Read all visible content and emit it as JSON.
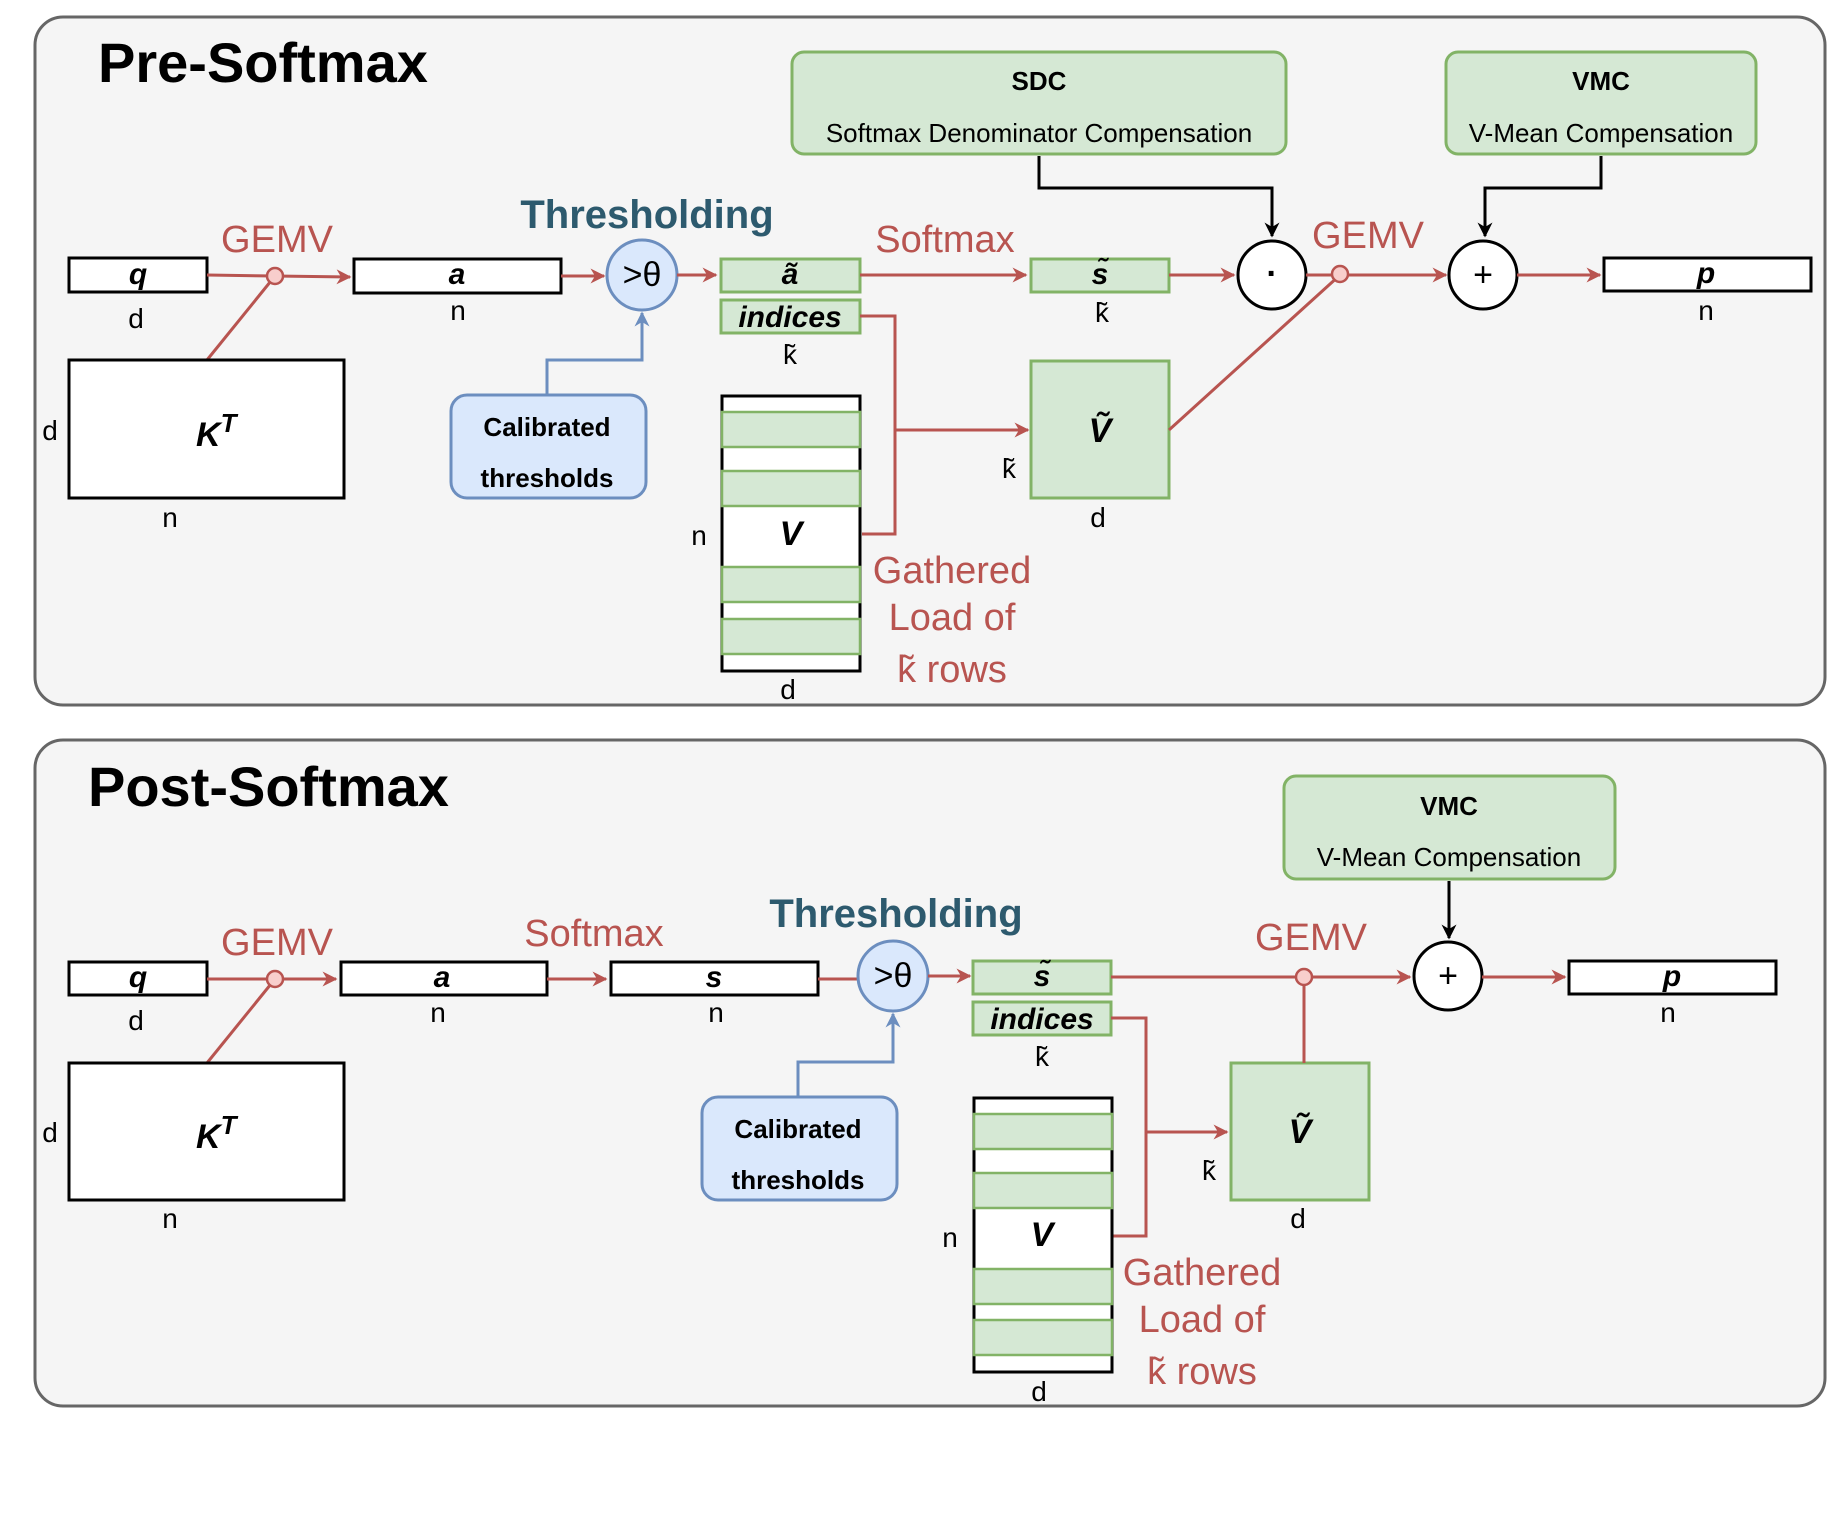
{
  "pre": {
    "title": "Pre-Softmax",
    "gemv1": "GEMV",
    "thresholding": "Thresholding",
    "softmax": "Softmax",
    "gemv2": "GEMV",
    "q": "q",
    "a": "a",
    "a_tilde": "ã",
    "s_tilde": "s̃",
    "p": "p",
    "kt": "K",
    "kt_sup": "T",
    "v": "V",
    "v_tilde": "Ṽ",
    "indices": "indices",
    "threshold_op": ">θ",
    "dot_op": "·",
    "plus_op": "+",
    "calibrated": [
      "Calibrated",
      "thresholds"
    ],
    "sdc": {
      "title": "SDC",
      "subtitle": "Softmax Denominator Compensation"
    },
    "vmc": {
      "title": "VMC",
      "subtitle": "V-Mean Compensation"
    },
    "gathered": [
      "Gathered",
      "Load of",
      "k̃ rows"
    ],
    "dims": {
      "q": "d",
      "a": "n",
      "k_tilde": "k̃",
      "s_tilde": "k̃",
      "p": "n",
      "kt_left": "d",
      "kt_bottom": "n",
      "v_left": "n",
      "v_bottom": "d",
      "vt_left": "k̃",
      "vt_bottom": "d"
    }
  },
  "post": {
    "title": "Post-Softmax",
    "gemv1": "GEMV",
    "softmax": "Softmax",
    "thresholding": "Thresholding",
    "gemv2": "GEMV",
    "q": "q",
    "a": "a",
    "s": "s",
    "s_tilde": "s̃",
    "p": "p",
    "kt": "K",
    "kt_sup": "T",
    "v": "V",
    "v_tilde": "Ṽ",
    "indices": "indices",
    "threshold_op": ">θ",
    "plus_op": "+",
    "calibrated": [
      "Calibrated",
      "thresholds"
    ],
    "vmc": {
      "title": "VMC",
      "subtitle": "V-Mean Compensation"
    },
    "gathered": [
      "Gathered",
      "Load of",
      "k̃ rows"
    ],
    "dims": {
      "q": "d",
      "a": "n",
      "s": "n",
      "k_tilde": "k̃",
      "p": "n",
      "kt_left": "d",
      "kt_bottom": "n",
      "v_left": "n",
      "v_bottom": "d",
      "vt_left": "k̃",
      "vt_bottom": "d"
    }
  },
  "colors": {
    "red": "#b85450",
    "green_fill": "#d5e8d4",
    "green_stroke": "#82b366",
    "blue_fill": "#dae8fc",
    "blue_stroke": "#6c8ebf",
    "panel": "#f5f5f5",
    "panel_stroke": "#666666"
  }
}
